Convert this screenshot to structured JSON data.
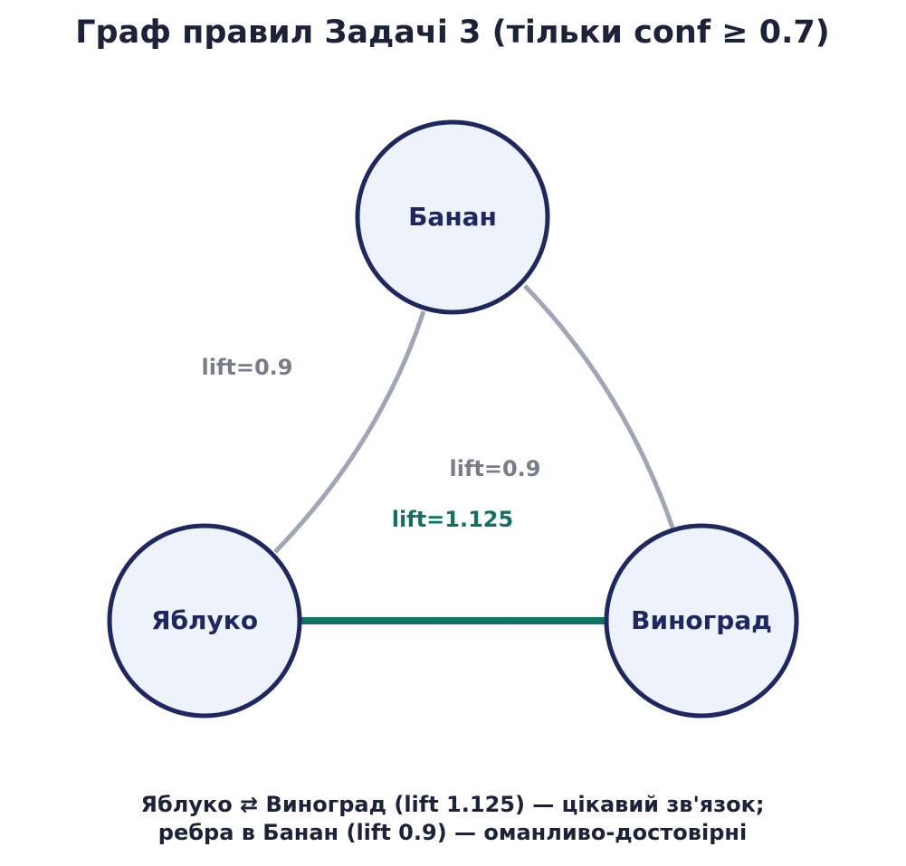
{
  "title": "Граф правил Задачі 3 (тільки conf ≥ 0.7)",
  "nodes": {
    "banana": {
      "label": "Банан"
    },
    "apple": {
      "label": "Яблуко"
    },
    "grape": {
      "label": "Виноград"
    }
  },
  "edges": {
    "apple_banana": {
      "label": "lift=0.9",
      "color": "#a0a6b4"
    },
    "banana_grape": {
      "label": "lift=0.9",
      "color": "#a0a6b4"
    },
    "apple_grape": {
      "label": "lift=1.125",
      "color": "#127064"
    }
  },
  "caption": {
    "line1": "Яблуко ⇄ Виноград (lift 1.125) — цікавий зв'язок;",
    "line2": "ребра в Банан (lift 0.9) — оманливо-достовірні"
  },
  "colors": {
    "title": "#1c2238",
    "node_fill": "#eef3fb",
    "node_stroke": "#1f2761",
    "node_text": "#1f2761",
    "weak_label": "#787d8c",
    "strong_label": "#127064",
    "caption": "#1c2238"
  }
}
